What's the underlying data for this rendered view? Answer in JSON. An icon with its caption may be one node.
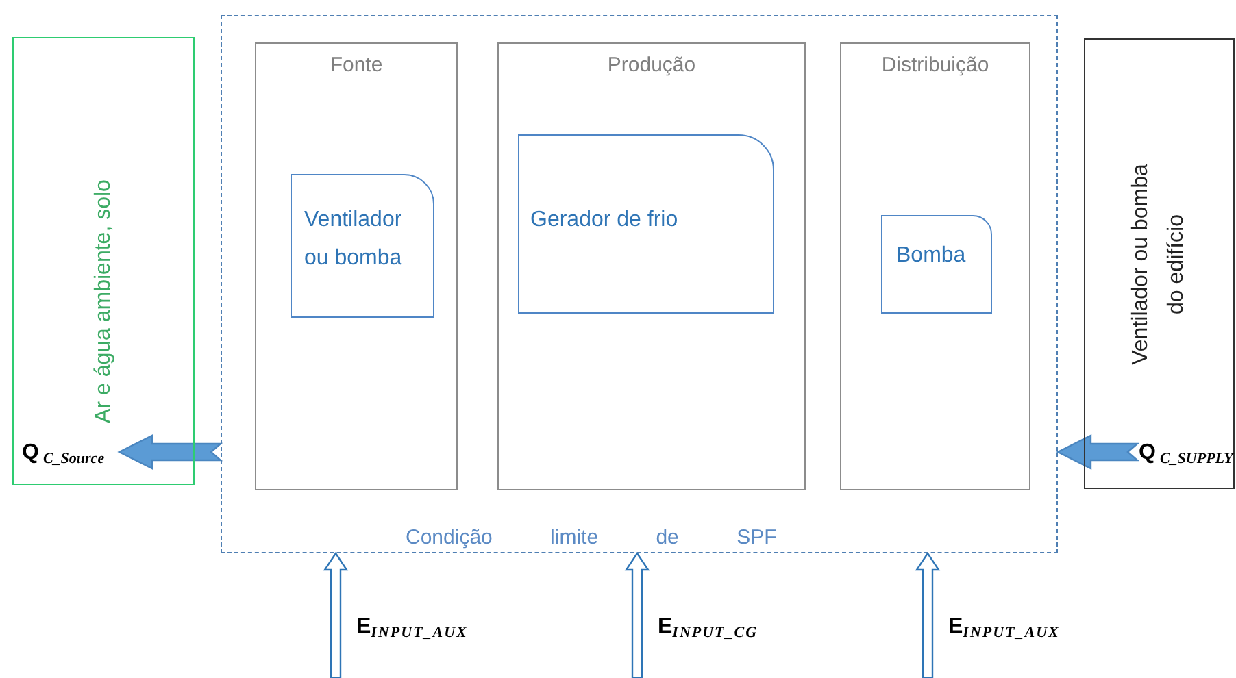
{
  "diagram": {
    "nodes": [
      {
        "text": [
          "Condição limite de SPF"
        ]
      },
      {
        "text": [
          "Fonte"
        ],
        "in": 0
      },
      {
        "text": [
          "Ventilador ou bomba"
        ],
        "in": 1
      },
      {
        "text": [
          "Produção"
        ],
        "in": 0
      },
      {
        "text": [
          "Gerador de frio"
        ],
        "in": 3
      },
      {
        "text": [
          "Distribuição"
        ],
        "in": 0
      },
      {
        "text": [
          "Bomba"
        ],
        "in": 5
      },
      {
        "text": [
          "Ar e água ambiente, solo"
        ]
      },
      {
        "text": [
          "Ventilador ou bomba do edifício"
        ]
      },
      {
        "text": [
          "Q$_{C_Source}$"
        ],
        "in": 7
      },
      {
        "text": [
          "Q$_{C_SUPPLY}$"
        ],
        "in": 8
      }
    ],
    "edges": [
      {
        "from": 0,
        "to": 9,
        "arrow": "to",
        "style": "thick"
      },
      {
        "from": 10,
        "to": 0,
        "arrow": "to",
        "style": "thick"
      },
      {
        "from": null,
        "to": 0,
        "arrow": "to",
        "label": "E$_{INPUT_AUX}$"
      },
      {
        "from": null,
        "to": 0,
        "arrow": "to",
        "label": "E$_{INPUT_CG}$"
      },
      {
        "from": null,
        "to": 0,
        "arrow": "to",
        "label": "E$_{INPUT_AUX}$"
      }
    ]
  }
}
